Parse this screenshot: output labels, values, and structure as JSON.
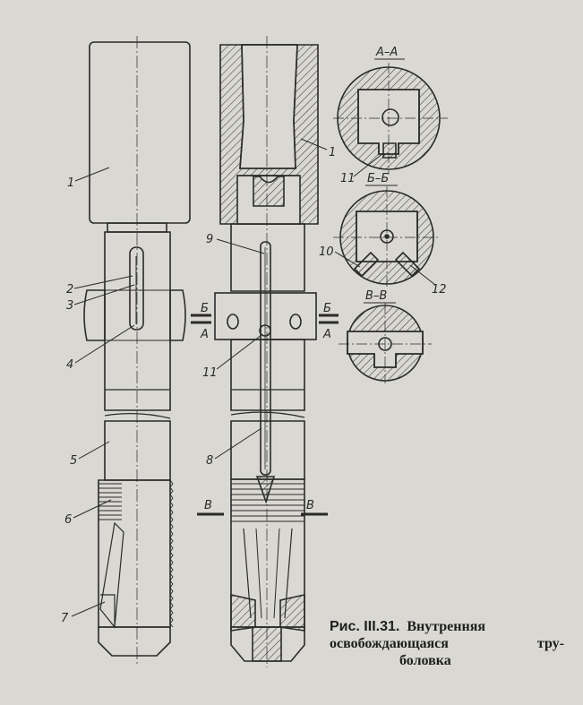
{
  "figure": {
    "caption_number": "Рис. III.31.",
    "caption_line1": "Внутренняя",
    "caption_line2_a": "освобождающаяся",
    "caption_line2_b": "тру-",
    "caption_line3": "боловка"
  },
  "sections": {
    "aa": "А–А",
    "bb": "Б–Б",
    "vv": "В–В",
    "b_left": "Б",
    "a_left": "А",
    "b_right": "Б",
    "a_right": "А",
    "v_left": "В",
    "v_right": "В"
  },
  "labels": {
    "l1_left": "1",
    "l2": "2",
    "l3": "3",
    "l4": "4",
    "l5": "5",
    "l6": "6",
    "l7": "7",
    "l1_right": "1",
    "l9": "9",
    "l11_mid": "11",
    "l8": "8",
    "l11_sec": "11",
    "l10": "10",
    "l12": "12"
  },
  "colors": {
    "ink": "#2a2a2a",
    "paper": "#d9d8d3",
    "hatch": "#3a3a3a"
  }
}
